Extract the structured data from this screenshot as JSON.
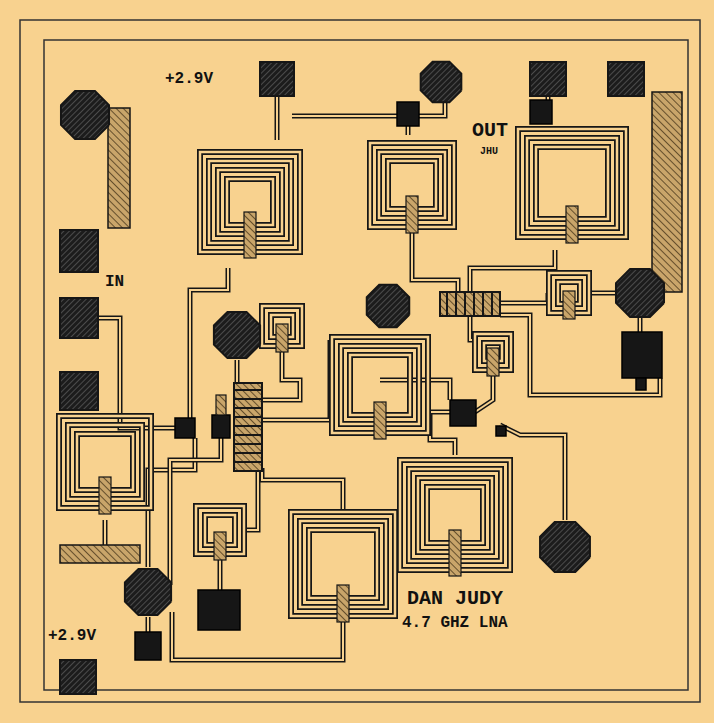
{
  "diagram": {
    "labels": [
      "+2.9V",
      "OUT",
      "JHU",
      "IN",
      "+2.9V",
      "DAN JUDY",
      "4.7 GHZ LNA"
    ]
  }
}
